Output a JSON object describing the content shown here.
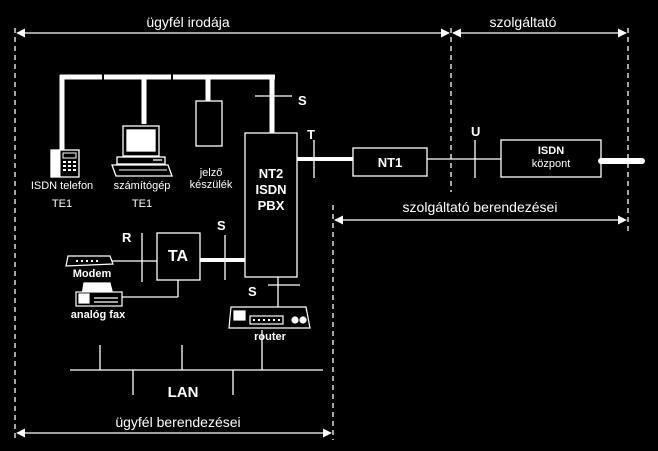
{
  "headers": {
    "customer_office": "ügyfél irodája",
    "provider": "szolgáltató",
    "provider_equipment": "szolgáltató berendezései",
    "customer_equipment": "ügyfél berendezései"
  },
  "devices": {
    "isdn_phone": "ISDN telefon",
    "isdn_phone_type": "TE1",
    "computer": "számítógép",
    "computer_type": "TE1",
    "alarm_line1": "jelző",
    "alarm_line2": "készülék",
    "nt2_line1": "NT2",
    "nt2_line2": "ISDN",
    "nt2_line3": "PBX",
    "nt1": "NT1",
    "exchange_line1": "ISDN",
    "exchange_line2": "központ",
    "ta": "TA",
    "modem": "Modem",
    "fax": "analóg fax",
    "router": "router",
    "lan": "LAN"
  },
  "reference_points": {
    "s_bus": "S",
    "s_ta": "S",
    "s_router": "S",
    "t": "T",
    "u": "U",
    "r": "R"
  },
  "colors": {
    "background": "#000000",
    "line": "#ffffff"
  }
}
